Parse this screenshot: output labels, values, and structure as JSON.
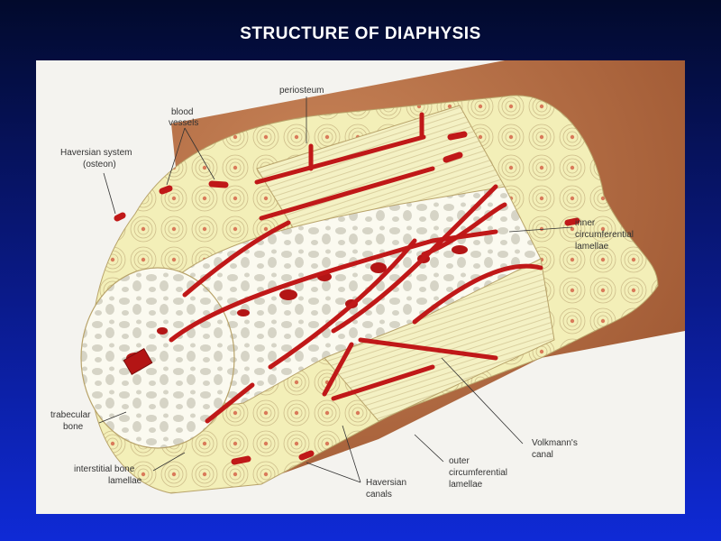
{
  "title": "STRUCTURE OF DIAPHYSIS",
  "labels": {
    "periosteum": "periosteum",
    "blood_vessels_1": "blood",
    "blood_vessels_2": "vessels",
    "haversian_system_1": "Haversian system",
    "haversian_system_2": "(osteon)",
    "inner_lamellae_1": "inner",
    "inner_lamellae_2": "circumferential",
    "inner_lamellae_3": "lamellae",
    "trabecular_1": "trabecular",
    "trabecular_2": "bone",
    "interstitial_1": "interstitial bone",
    "interstitial_2": "lamellae",
    "haversian_canals_1": "Haversian",
    "haversian_canals_2": "canals",
    "outer_lamellae_1": "outer",
    "outer_lamellae_2": "circumferential",
    "outer_lamellae_3": "lamellae",
    "volkmann_1": "Volkmann's",
    "volkmann_2": "canal"
  },
  "colors": {
    "periosteum": "#b86a3e",
    "bone": "#f3efb8",
    "vessel": "#c01818",
    "lamella_line": "#c9b98a"
  }
}
